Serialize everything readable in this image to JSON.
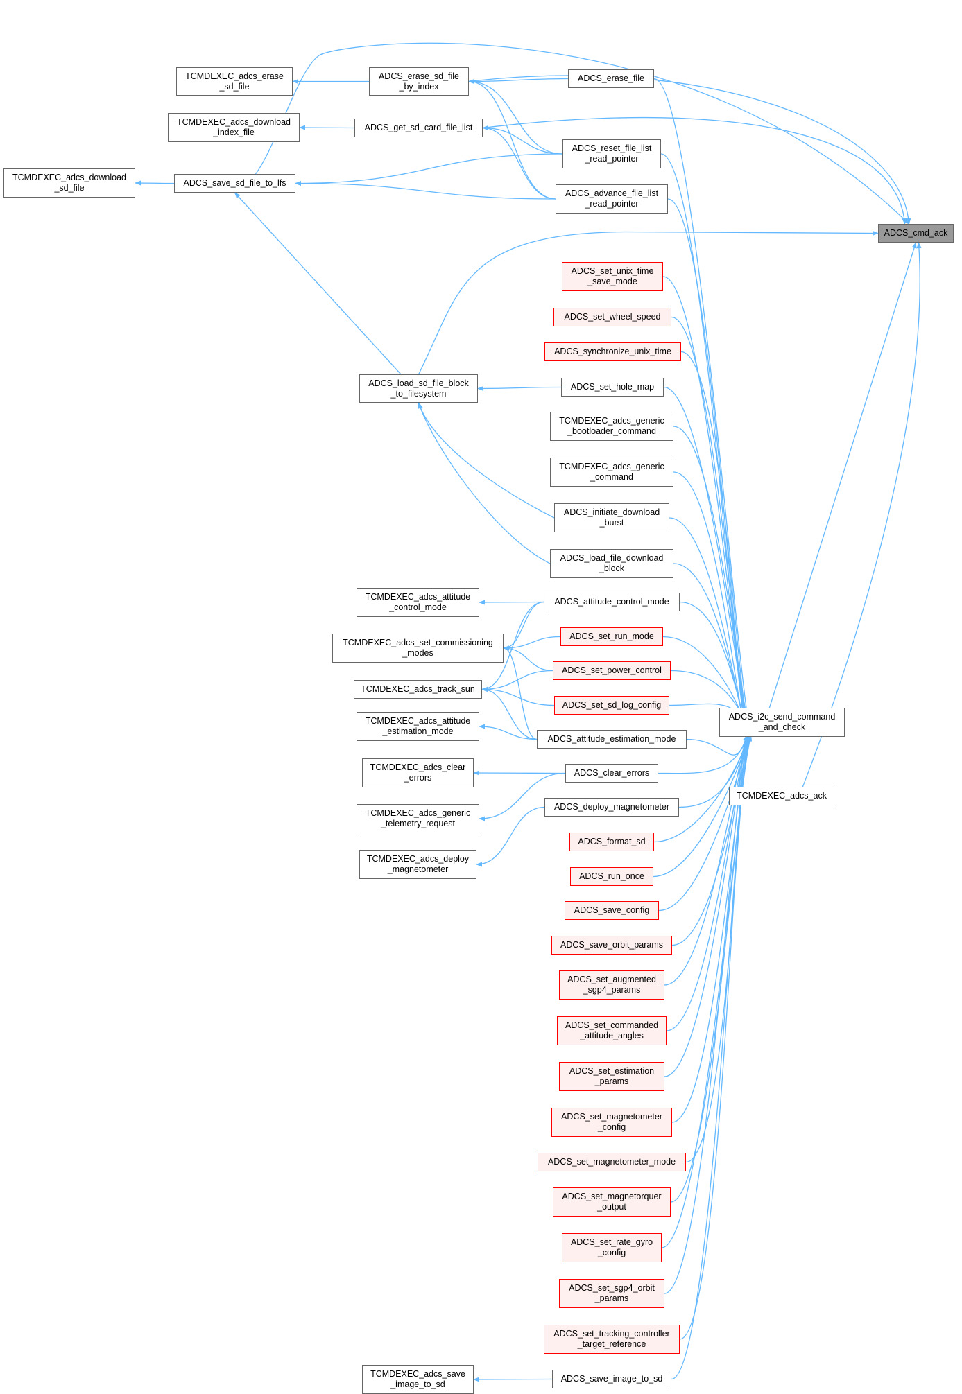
{
  "colors": {
    "edge": "#63b8ff",
    "border": "#666666",
    "red_border": "#ff0000",
    "red_fill": "#fff0f0",
    "root_fill": "#999999"
  },
  "nodes": {
    "cmd_ack": {
      "lines": [
        "ADCS_cmd_ack"
      ],
      "style": "root"
    },
    "i2c_send": {
      "lines": [
        "ADCS_i2c_send_command",
        "_and_check"
      ],
      "style": "normal"
    },
    "tcm_ack": {
      "lines": [
        "TCMDEXEC_adcs_ack"
      ],
      "style": "normal"
    },
    "tcm_erase_sd": {
      "lines": [
        "TCMDEXEC_adcs_erase",
        "_sd_file"
      ],
      "style": "normal"
    },
    "erase_by_index": {
      "lines": [
        "ADCS_erase_sd_file",
        "_by_index"
      ],
      "style": "normal"
    },
    "erase_file": {
      "lines": [
        "ADCS_erase_file"
      ],
      "style": "normal"
    },
    "tcm_dl_index": {
      "lines": [
        "TCMDEXEC_adcs_download",
        "_index_file"
      ],
      "style": "normal"
    },
    "get_list": {
      "lines": [
        "ADCS_get_sd_card_file_list"
      ],
      "style": "normal"
    },
    "reset_ptr": {
      "lines": [
        "ADCS_reset_file_list",
        "_read_pointer"
      ],
      "style": "normal"
    },
    "tcm_dl_sd": {
      "lines": [
        "TCMDEXEC_adcs_download",
        "_sd_file"
      ],
      "style": "normal"
    },
    "save_lfs": {
      "lines": [
        "ADCS_save_sd_file_to_lfs"
      ],
      "style": "normal"
    },
    "adv_ptr": {
      "lines": [
        "ADCS_advance_file_list",
        "_read_pointer"
      ],
      "style": "normal"
    },
    "unix_save": {
      "lines": [
        "ADCS_set_unix_time",
        "_save_mode"
      ],
      "style": "red"
    },
    "wheel": {
      "lines": [
        "ADCS_set_wheel_speed"
      ],
      "style": "red"
    },
    "sync_unix": {
      "lines": [
        "ADCS_synchronize_unix_time"
      ],
      "style": "red"
    },
    "load_block": {
      "lines": [
        "ADCS_load_sd_file_block",
        "_to_filesystem"
      ],
      "style": "normal"
    },
    "hole_map": {
      "lines": [
        "ADCS_set_hole_map"
      ],
      "style": "normal"
    },
    "gen_boot": {
      "lines": [
        "TCMDEXEC_adcs_generic",
        "_bootloader_command"
      ],
      "style": "normal"
    },
    "gen_cmd": {
      "lines": [
        "TCMDEXEC_adcs_generic",
        "_command"
      ],
      "style": "normal"
    },
    "init_dl": {
      "lines": [
        "ADCS_initiate_download",
        "_burst"
      ],
      "style": "normal"
    },
    "load_dl": {
      "lines": [
        "ADCS_load_file_download",
        "_block"
      ],
      "style": "normal"
    },
    "tcm_att_ctrl": {
      "lines": [
        "TCMDEXEC_adcs_attitude",
        "_control_mode"
      ],
      "style": "normal"
    },
    "att_ctrl": {
      "lines": [
        "ADCS_attitude_control_mode"
      ],
      "style": "normal"
    },
    "tcm_comm": {
      "lines": [
        "TCMDEXEC_adcs_set_commissioning",
        "_modes"
      ],
      "style": "normal"
    },
    "run_mode": {
      "lines": [
        "ADCS_set_run_mode"
      ],
      "style": "red"
    },
    "power": {
      "lines": [
        "ADCS_set_power_control"
      ],
      "style": "red"
    },
    "tcm_sun": {
      "lines": [
        "TCMDEXEC_adcs_track_sun"
      ],
      "style": "normal"
    },
    "sd_log": {
      "lines": [
        "ADCS_set_sd_log_config"
      ],
      "style": "red"
    },
    "tcm_att_est": {
      "lines": [
        "TCMDEXEC_adcs_attitude",
        "_estimation_mode"
      ],
      "style": "normal"
    },
    "att_est": {
      "lines": [
        "ADCS_attitude_estimation_mode"
      ],
      "style": "normal"
    },
    "tcm_clear": {
      "lines": [
        "TCMDEXEC_adcs_clear",
        "_errors"
      ],
      "style": "normal"
    },
    "clear": {
      "lines": [
        "ADCS_clear_errors"
      ],
      "style": "normal"
    },
    "tcm_gen_tlm": {
      "lines": [
        "TCMDEXEC_adcs_generic",
        "_telemetry_request"
      ],
      "style": "normal"
    },
    "deploy": {
      "lines": [
        "ADCS_deploy_magnetometer"
      ],
      "style": "normal"
    },
    "tcm_deploy": {
      "lines": [
        "TCMDEXEC_adcs_deploy",
        "_magnetometer"
      ],
      "style": "normal"
    },
    "format_sd": {
      "lines": [
        "ADCS_format_sd"
      ],
      "style": "red"
    },
    "run_once": {
      "lines": [
        "ADCS_run_once"
      ],
      "style": "red"
    },
    "save_cfg": {
      "lines": [
        "ADCS_save_config"
      ],
      "style": "red"
    },
    "save_orbit": {
      "lines": [
        "ADCS_save_orbit_params"
      ],
      "style": "red"
    },
    "aug_sgp4": {
      "lines": [
        "ADCS_set_augmented",
        "_sgp4_params"
      ],
      "style": "red"
    },
    "cmd_att": {
      "lines": [
        "ADCS_set_commanded",
        "_attitude_angles"
      ],
      "style": "red"
    },
    "est_params": {
      "lines": [
        "ADCS_set_estimation",
        "_params"
      ],
      "style": "red"
    },
    "mag_cfg": {
      "lines": [
        "ADCS_set_magnetometer",
        "_config"
      ],
      "style": "red"
    },
    "mag_mode": {
      "lines": [
        "ADCS_set_magnetometer_mode"
      ],
      "style": "red"
    },
    "mtq_out": {
      "lines": [
        "ADCS_set_magnetorquer",
        "_output"
      ],
      "style": "red"
    },
    "gyro_cfg": {
      "lines": [
        "ADCS_set_rate_gyro",
        "_config"
      ],
      "style": "red"
    },
    "sgp4_orbit": {
      "lines": [
        "ADCS_set_sgp4_orbit",
        "_params"
      ],
      "style": "red"
    },
    "track_ref": {
      "lines": [
        "ADCS_set_tracking_controller",
        "_target_reference"
      ],
      "style": "red"
    },
    "tcm_save_img": {
      "lines": [
        "TCMDEXEC_adcs_save",
        "_image_to_sd"
      ],
      "style": "normal"
    },
    "save_img": {
      "lines": [
        "ADCS_save_image_to_sd"
      ],
      "style": "normal"
    }
  },
  "edges": [
    [
      "i2c_send",
      "cmd_ack"
    ],
    [
      "tcm_ack",
      "cmd_ack"
    ],
    [
      "save_lfs",
      "cmd_ack"
    ],
    [
      "erase_by_index",
      "cmd_ack"
    ],
    [
      "get_list",
      "cmd_ack"
    ],
    [
      "load_block",
      "cmd_ack"
    ],
    [
      "erase_by_index",
      "tcm_erase_sd"
    ],
    [
      "erase_file",
      "erase_by_index"
    ],
    [
      "reset_ptr",
      "erase_by_index"
    ],
    [
      "adv_ptr",
      "erase_by_index"
    ],
    [
      "get_list",
      "tcm_dl_index"
    ],
    [
      "reset_ptr",
      "get_list"
    ],
    [
      "adv_ptr",
      "get_list"
    ],
    [
      "save_lfs",
      "tcm_dl_sd"
    ],
    [
      "reset_ptr",
      "save_lfs"
    ],
    [
      "adv_ptr",
      "save_lfs"
    ],
    [
      "load_block",
      "save_lfs"
    ],
    [
      "hole_map",
      "load_block"
    ],
    [
      "init_dl",
      "load_block"
    ],
    [
      "load_dl",
      "load_block"
    ],
    [
      "att_ctrl",
      "tcm_att_ctrl"
    ],
    [
      "att_ctrl",
      "tcm_comm"
    ],
    [
      "att_ctrl",
      "tcm_sun"
    ],
    [
      "run_mode",
      "tcm_comm"
    ],
    [
      "power",
      "tcm_comm"
    ],
    [
      "power",
      "tcm_sun"
    ],
    [
      "sd_log",
      "tcm_sun"
    ],
    [
      "att_est",
      "tcm_att_est"
    ],
    [
      "att_est",
      "tcm_comm"
    ],
    [
      "att_est",
      "tcm_sun"
    ],
    [
      "clear",
      "tcm_clear"
    ],
    [
      "clear",
      "tcm_gen_tlm"
    ],
    [
      "deploy",
      "tcm_deploy"
    ],
    [
      "save_img",
      "tcm_save_img"
    ],
    [
      "erase_file",
      "i2c_send"
    ],
    [
      "reset_ptr",
      "i2c_send"
    ],
    [
      "adv_ptr",
      "i2c_send"
    ],
    [
      "unix_save",
      "i2c_send"
    ],
    [
      "wheel",
      "i2c_send"
    ],
    [
      "sync_unix",
      "i2c_send"
    ],
    [
      "hole_map",
      "i2c_send"
    ],
    [
      "gen_boot",
      "i2c_send"
    ],
    [
      "gen_cmd",
      "i2c_send"
    ],
    [
      "init_dl",
      "i2c_send"
    ],
    [
      "load_dl",
      "i2c_send"
    ],
    [
      "att_ctrl",
      "i2c_send"
    ],
    [
      "run_mode",
      "i2c_send"
    ],
    [
      "power",
      "i2c_send"
    ],
    [
      "sd_log",
      "i2c_send"
    ],
    [
      "att_est",
      "i2c_send"
    ],
    [
      "clear",
      "i2c_send"
    ],
    [
      "deploy",
      "i2c_send"
    ],
    [
      "format_sd",
      "i2c_send"
    ],
    [
      "run_once",
      "i2c_send"
    ],
    [
      "save_cfg",
      "i2c_send"
    ],
    [
      "save_orbit",
      "i2c_send"
    ],
    [
      "aug_sgp4",
      "i2c_send"
    ],
    [
      "cmd_att",
      "i2c_send"
    ],
    [
      "est_params",
      "i2c_send"
    ],
    [
      "mag_cfg",
      "i2c_send"
    ],
    [
      "mag_mode",
      "i2c_send"
    ],
    [
      "mtq_out",
      "i2c_send"
    ],
    [
      "gyro_cfg",
      "i2c_send"
    ],
    [
      "sgp4_orbit",
      "i2c_send"
    ],
    [
      "track_ref",
      "i2c_send"
    ],
    [
      "save_img",
      "i2c_send"
    ]
  ]
}
